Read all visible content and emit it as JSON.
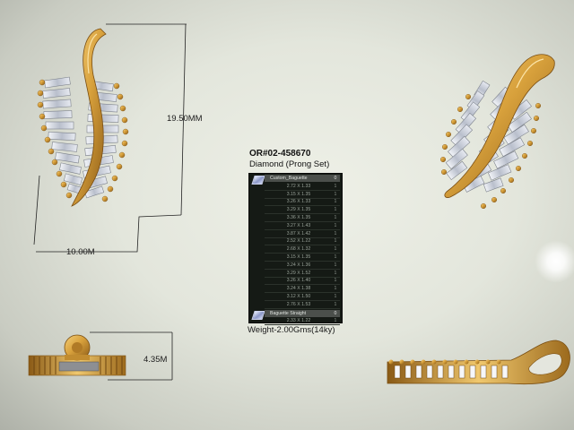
{
  "order": {
    "number": "OR#02-458670",
    "stone_type": "Diamond (Prong Set)"
  },
  "dimensions": {
    "height": "19.50MM",
    "width": "10.00M",
    "depth": "4.35M"
  },
  "stone_table": {
    "groups": [
      {
        "header": "Custom_Baguette",
        "header_qty": "0",
        "rows": [
          {
            "size": "2.72 X 1.33",
            "qty": "1"
          },
          {
            "size": "3.15 X 1.35",
            "qty": "1"
          },
          {
            "size": "3.26 X 1.33",
            "qty": "1"
          },
          {
            "size": "3.29 X 1.35",
            "qty": "1"
          },
          {
            "size": "3.36 X 1.35",
            "qty": "1"
          },
          {
            "size": "3.27 X 1.43",
            "qty": "1"
          },
          {
            "size": "3.87 X 1.42",
            "qty": "1"
          },
          {
            "size": "2.52 X 1.22",
            "qty": "1"
          },
          {
            "size": "2.68 X 1.32",
            "qty": "1"
          },
          {
            "size": "3.15 X 1.35",
            "qty": "1"
          },
          {
            "size": "3.24 X 1.36",
            "qty": "1"
          },
          {
            "size": "3.29 X 1.52",
            "qty": "1"
          },
          {
            "size": "3.26 X 1.40",
            "qty": "1"
          },
          {
            "size": "3.24 X 1.38",
            "qty": "1"
          },
          {
            "size": "3.12 X 1.50",
            "qty": "1"
          },
          {
            "size": "2.76 X 1.53",
            "qty": "1"
          }
        ]
      },
      {
        "header": "Baguette Straight",
        "header_qty": "0",
        "rows": [
          {
            "size": "2.33 X 1.22",
            "qty": "1"
          }
        ]
      }
    ]
  },
  "weight": "Weight-2.00Gms(14ky)",
  "colors": {
    "gold": "#d8a13c",
    "gold_dark": "#8a5a16",
    "table_bg": "#151a15"
  },
  "icons": [
    "diamond-stone-icon"
  ]
}
